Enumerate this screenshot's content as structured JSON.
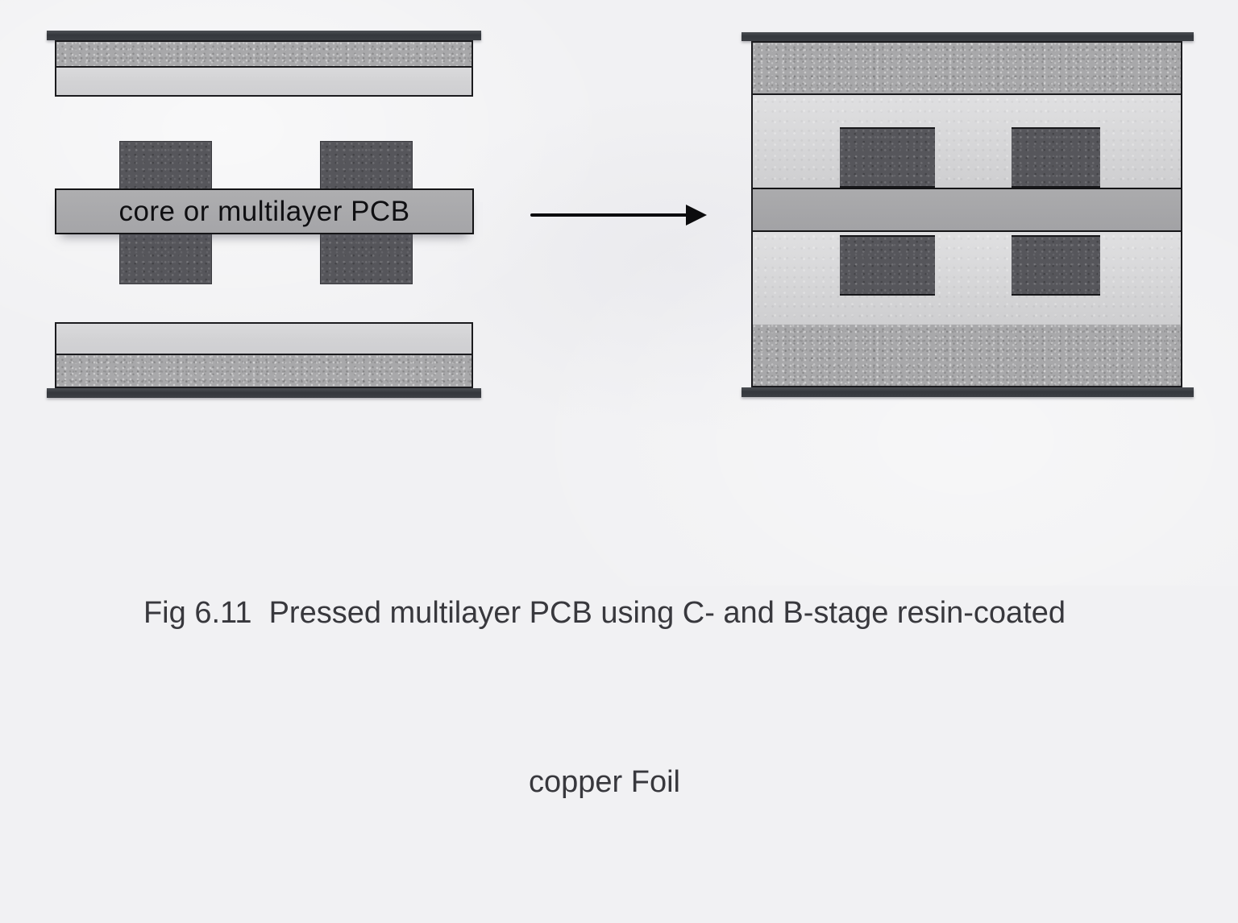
{
  "diagram": {
    "type": "process-diagram",
    "core_label": "core or multilayer PCB",
    "arrow": {
      "icon": "right-arrow",
      "direction": "right"
    },
    "left_stack": {
      "description": "unpressed lay-up",
      "top_assembly_layers": [
        "copper foil bar",
        "speckled resin coat",
        "light resin coat"
      ],
      "middle": [
        "copper trace blocks above core",
        "core or multilayer PCB bar",
        "copper trace blocks below core"
      ],
      "bottom_assembly_layers": [
        "light resin coat",
        "speckled resin coat",
        "copper foil bar"
      ]
    },
    "right_stack": {
      "description": "pressed multilayer PCB",
      "layers": [
        "copper foil bar",
        "speckled resin layer",
        "light resin layer with embedded trace blocks",
        "core band",
        "light resin layer with embedded trace blocks",
        "speckled resin layer",
        "copper foil bar"
      ]
    }
  },
  "caption": {
    "line1": "Fig 6.11  Pressed multilayer PCB using C- and B-stage resin-coated",
    "line2": "copper Foil"
  },
  "colors": {
    "background": "#f1f1f3",
    "copper_foil_bar": "#3c3f44",
    "speckled_resin": "#a8a8aa",
    "light_resin": "#d5d5d7",
    "core_bar": "#a8a8aa",
    "trace_block": "#56565b",
    "outline": "#1b1b1e",
    "label_text": "#0f0f12",
    "caption_text": "#38383d"
  }
}
